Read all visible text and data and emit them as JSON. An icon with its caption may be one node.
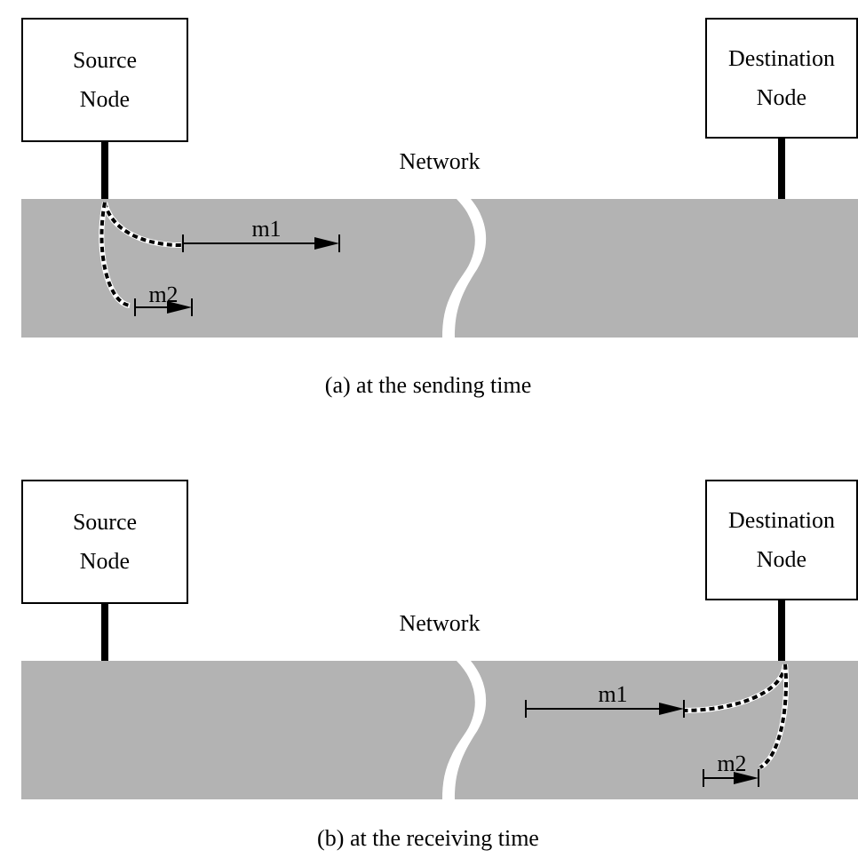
{
  "diagram": {
    "nodes": [
      {
        "text": [
          "Source Node"
        ]
      },
      {
        "text": [
          "Destination Node"
        ]
      },
      {
        "text": [
          "Network"
        ]
      },
      {
        "text": [
          "Source Node"
        ]
      },
      {
        "text": [
          "Destination Node"
        ]
      },
      {
        "text": [
          "Network"
        ]
      }
    ],
    "edges": [
      {
        "from": 0,
        "to": 2,
        "arrow": "none"
      },
      {
        "from": 1,
        "to": 2,
        "arrow": "none"
      },
      {
        "from": 3,
        "to": 5,
        "arrow": "none"
      },
      {
        "from": 4,
        "to": 5,
        "arrow": "none"
      }
    ],
    "labels": [
      "m1",
      "m2",
      "(a) at the sending time",
      "m1",
      "m2",
      "(b) at the receiving time"
    ]
  }
}
